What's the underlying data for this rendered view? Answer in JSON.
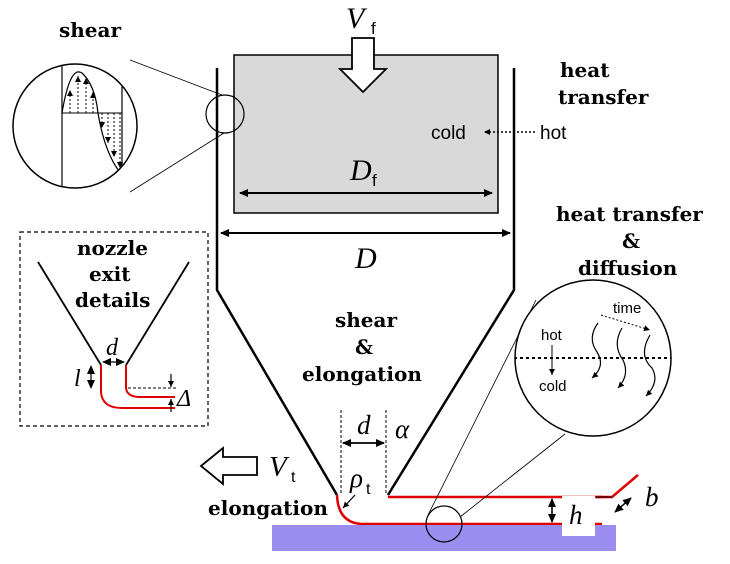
{
  "labels": {
    "shear_top": "shear",
    "heat_transfer_1": "heat",
    "heat_transfer_2": "transfer",
    "cold": "cold",
    "hot": "hot",
    "nozzle_1": "nozzle",
    "nozzle_2": "exit",
    "nozzle_3": "details",
    "htd_1": "heat transfer",
    "htd_2": "&",
    "htd_3": "diffusion",
    "se_1": "shear",
    "se_2": "&",
    "se_3": "elongation",
    "elongation": "elongation",
    "inset_time": "time",
    "inset_hot": "hot",
    "inset_cold": "cold"
  },
  "symbols": {
    "Vf_main": "V",
    "Vf_sub": "f",
    "Df_main": "D",
    "Df_sub": "f",
    "D": "D",
    "d_inset": "d",
    "l": "l",
    "Delta": "Δ",
    "d_main": "d",
    "alpha": "α",
    "Vt_main": "V",
    "Vt_sub": "t",
    "rho_main": "ρ",
    "rho_sub": "t",
    "h": "h",
    "b": "b"
  },
  "colors": {
    "fluid_fill": "#d9d9d9",
    "substrate": "#9b8cf0",
    "bead_outline": "#e00000",
    "line": "#000000"
  }
}
